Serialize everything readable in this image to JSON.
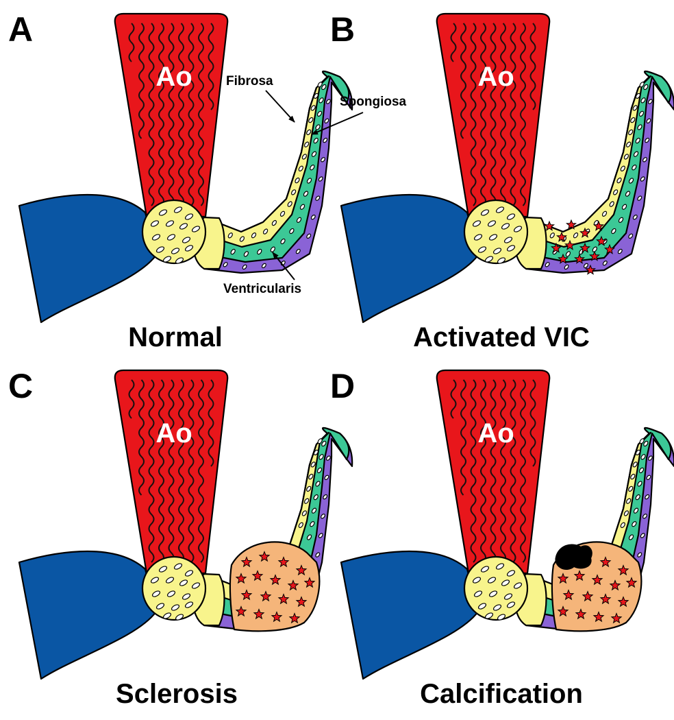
{
  "colors": {
    "aorta": "#e8161b",
    "ventricle": "#0a56a4",
    "annulus": "#f8f48c",
    "fibrosa": "#f8f48c",
    "spongiosa": "#3cc896",
    "ventricularis": "#8a63d6",
    "sclerotic": "#f5b57a",
    "star": "#e8161b",
    "calcium": "#000000"
  },
  "icons": {
    "activated_cell": "red-star-icon",
    "interstitial_cell": "ellipse-cell-icon",
    "calcium_deposit": "black-blob-icon"
  },
  "panels": [
    {
      "letter": "A",
      "caption": "Normal",
      "aorta_label": "Ao"
    },
    {
      "letter": "B",
      "caption": "Activated VIC",
      "aorta_label": "Ao"
    },
    {
      "letter": "C",
      "caption": "Sclerosis",
      "aorta_label": "Ao"
    },
    {
      "letter": "D",
      "caption": "Calcification",
      "aorta_label": "Ao"
    }
  ],
  "annotations": {
    "fibrosa": "Fibrosa",
    "spongiosa": "Spongiosa",
    "ventricularis": "Ventricularis"
  }
}
